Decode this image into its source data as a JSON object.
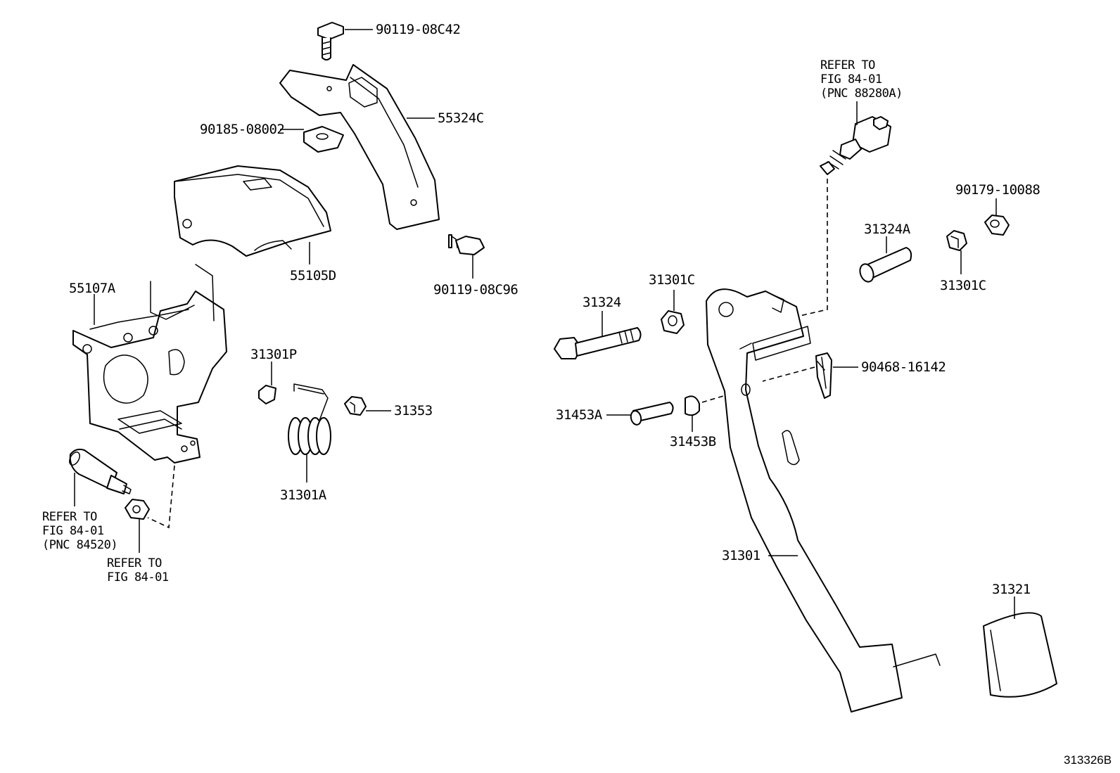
{
  "labels": {
    "p90119_08C42": "90119-08C42",
    "p55324C": "55324C",
    "p90185_08002": "90185-08002",
    "p55105D": "55105D",
    "p90119_08C96": "90119-08C96",
    "p55107A": "55107A",
    "p31301P": "31301P",
    "p31353": "31353",
    "p31301A": "31301A",
    "ref1_line1": "REFER TO",
    "ref1_line2": "FIG 84-01",
    "ref1_line3": "(PNC 84520)",
    "ref2_line1": "REFER TO",
    "ref2_line2": "FIG 84-01",
    "ref3_line1": "REFER TO",
    "ref3_line2": "FIG 84-01",
    "ref3_line3": "(PNC 88280A)",
    "p90179_10088": "90179-10088",
    "p31324A": "31324A",
    "p31301C_right": "31301C",
    "p31301C_mid": "31301C",
    "p31324": "31324",
    "p90468_16142": "90468-16142",
    "p31453A": "31453A",
    "p31453B": "31453B",
    "p31301": "31301",
    "p31321": "31321",
    "figure_id": "313326B"
  }
}
